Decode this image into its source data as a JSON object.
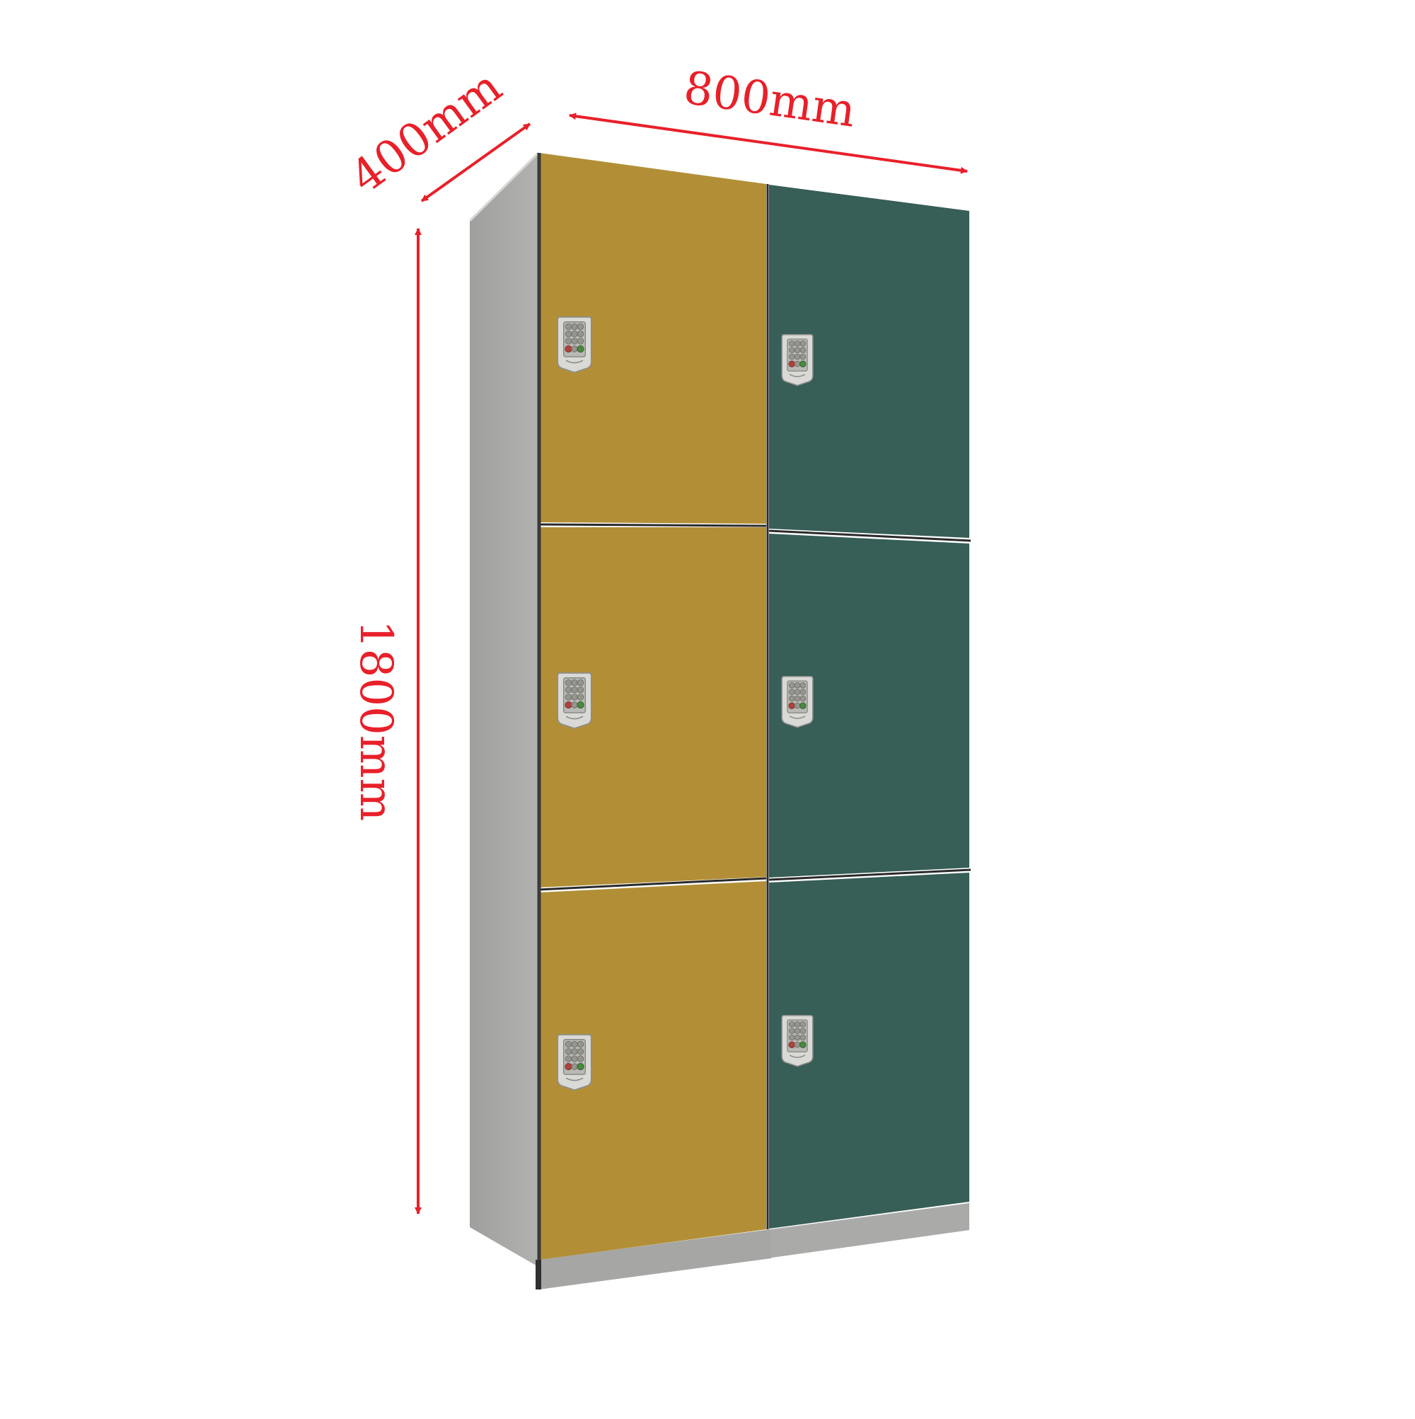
{
  "dimensions": {
    "width": "800mm",
    "depth": "400mm",
    "height": "1800mm"
  },
  "colors": {
    "dimension": "#e8202a",
    "left_doors": "#b28f37",
    "right_doors": "#375e57",
    "cabinet_side": "#a9a9a7",
    "cabinet_base": "#a3a3a1",
    "keypad_body": "#d9d9d6"
  },
  "locker": {
    "columns": 2,
    "rows": 3,
    "door_count": 6,
    "lock_type": "keypad-lock-icon"
  }
}
